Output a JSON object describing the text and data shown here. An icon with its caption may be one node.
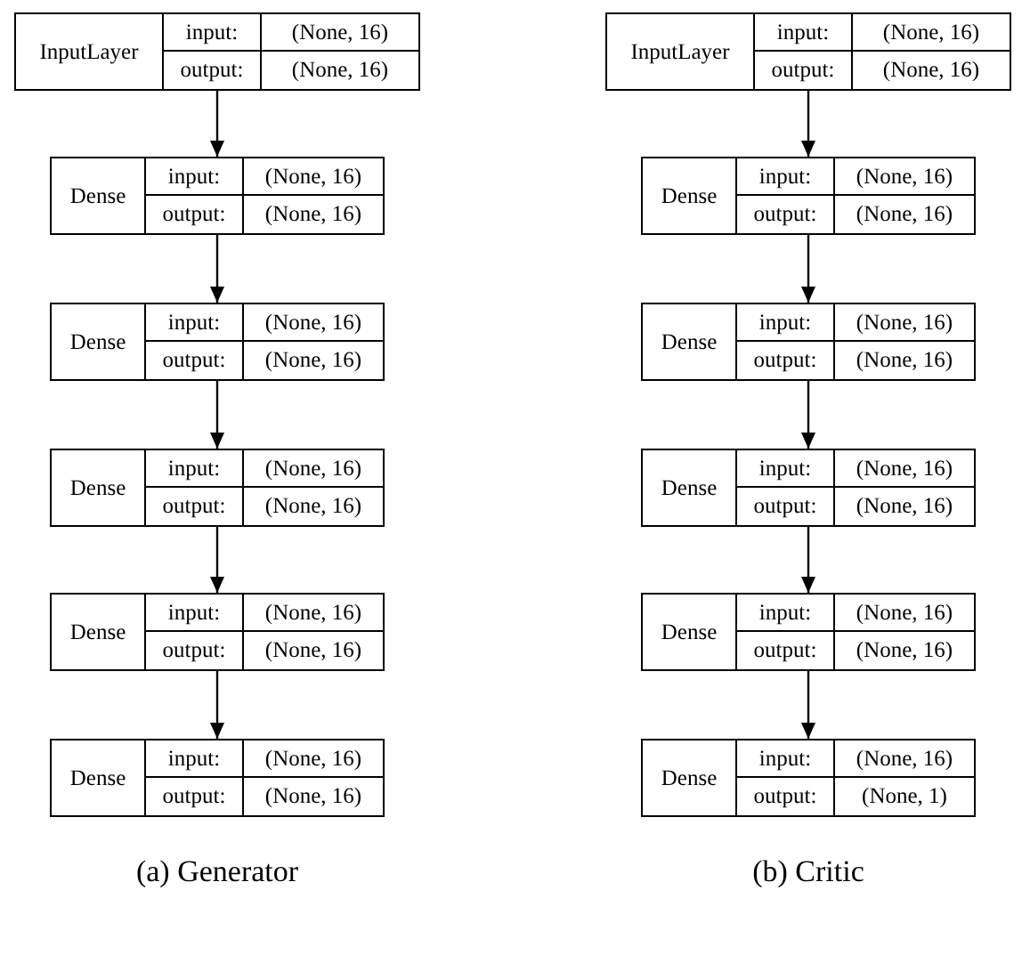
{
  "diagram": {
    "nodes": [
      {
        "text": [
          "InputLayer",
          "input:",
          "(None, 16)",
          "output:",
          "(None, 16)"
        ]
      },
      {
        "text": [
          "Dense",
          "input:",
          "(None, 16)",
          "output:",
          "(None, 16)"
        ]
      },
      {
        "text": [
          "Dense",
          "input:",
          "(None, 16)",
          "output:",
          "(None, 16)"
        ]
      },
      {
        "text": [
          "Dense",
          "input:",
          "(None, 16)",
          "output:",
          "(None, 16)"
        ]
      },
      {
        "text": [
          "Dense",
          "input:",
          "(None, 16)",
          "output:",
          "(None, 16)"
        ]
      },
      {
        "text": [
          "Dense",
          "input:",
          "(None, 16)",
          "output:",
          "(None, 16)"
        ]
      },
      {
        "text": [
          "InputLayer",
          "input:",
          "(None, 16)",
          "output:",
          "(None, 16)"
        ]
      },
      {
        "text": [
          "Dense",
          "input:",
          "(None, 16)",
          "output:",
          "(None, 16)"
        ]
      },
      {
        "text": [
          "Dense",
          "input:",
          "(None, 16)",
          "output:",
          "(None, 16)"
        ]
      },
      {
        "text": [
          "Dense",
          "input:",
          "(None, 16)",
          "output:",
          "(None, 16)"
        ]
      },
      {
        "text": [
          "Dense",
          "input:",
          "(None, 16)",
          "output:",
          "(None, 16)"
        ]
      },
      {
        "text": [
          "Dense",
          "input:",
          "(None, 16)",
          "output:",
          "(None, 1)"
        ]
      }
    ],
    "edges": [
      {
        "from": 0,
        "to": 1,
        "arrow": "to"
      },
      {
        "from": 1,
        "to": 2,
        "arrow": "to"
      },
      {
        "from": 2,
        "to": 3,
        "arrow": "to"
      },
      {
        "from": 3,
        "to": 4,
        "arrow": "to"
      },
      {
        "from": 4,
        "to": 5,
        "arrow": "to"
      },
      {
        "from": 6,
        "to": 7,
        "arrow": "to"
      },
      {
        "from": 7,
        "to": 8,
        "arrow": "to"
      },
      {
        "from": 8,
        "to": 9,
        "arrow": "to"
      },
      {
        "from": 9,
        "to": 10,
        "arrow": "to"
      },
      {
        "from": 10,
        "to": 11,
        "arrow": "to"
      }
    ],
    "labels": [
      "(a) Generator",
      "(b) Critic"
    ]
  }
}
